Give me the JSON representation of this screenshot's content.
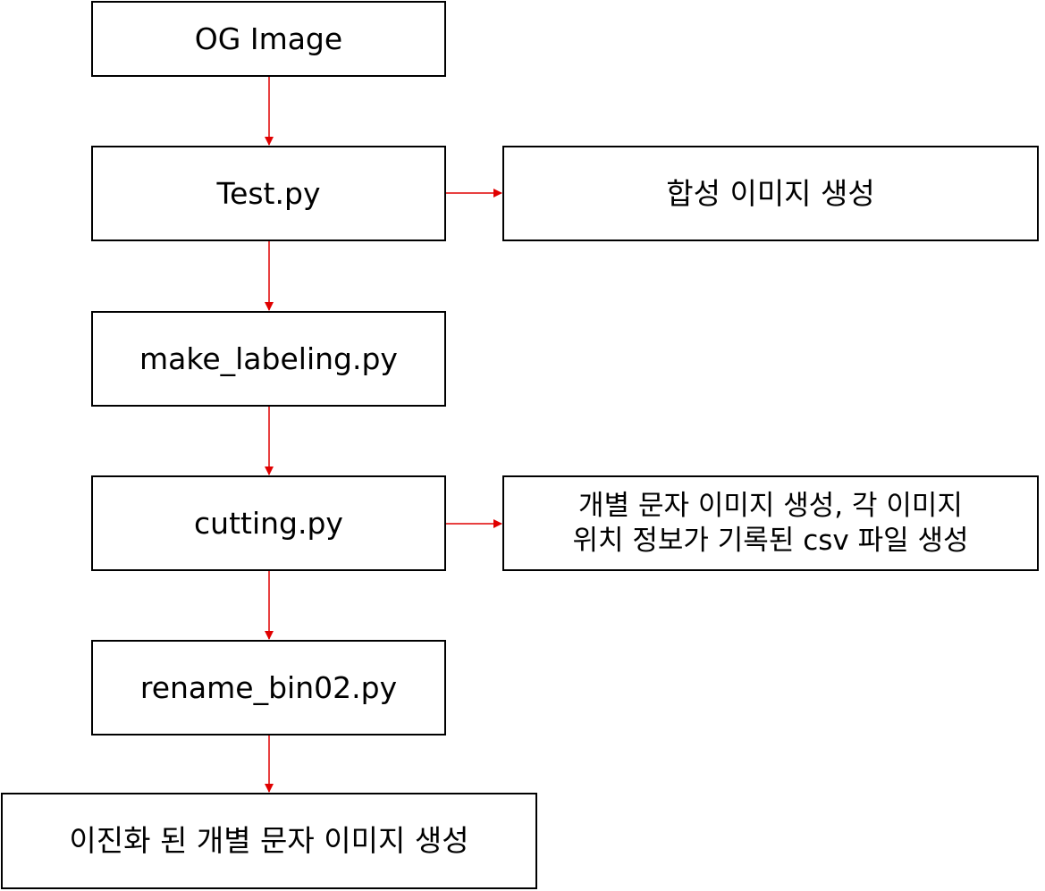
{
  "colors": {
    "box_border": "#000000",
    "arrow": "#e00000",
    "background": "#ffffff"
  },
  "nodes": {
    "og_image": "OG Image",
    "test_py": "Test.py",
    "synth_image": "합성 이미지 생성",
    "make_labeling": "make_labeling.py",
    "cutting": "cutting.py",
    "char_images_csv": "개별 문자 이미지 생성, 각 이미지\n위치 정보가 기록된 csv 파일 생성",
    "rename_bin": "rename_bin02.py",
    "binarized_images": "이진화 된 개별 문자 이미지 생성"
  },
  "edges": [
    {
      "from": "og_image",
      "to": "test_py"
    },
    {
      "from": "test_py",
      "to": "synth_image"
    },
    {
      "from": "test_py",
      "to": "make_labeling"
    },
    {
      "from": "make_labeling",
      "to": "cutting"
    },
    {
      "from": "cutting",
      "to": "char_images_csv"
    },
    {
      "from": "cutting",
      "to": "rename_bin"
    },
    {
      "from": "rename_bin",
      "to": "binarized_images"
    }
  ]
}
